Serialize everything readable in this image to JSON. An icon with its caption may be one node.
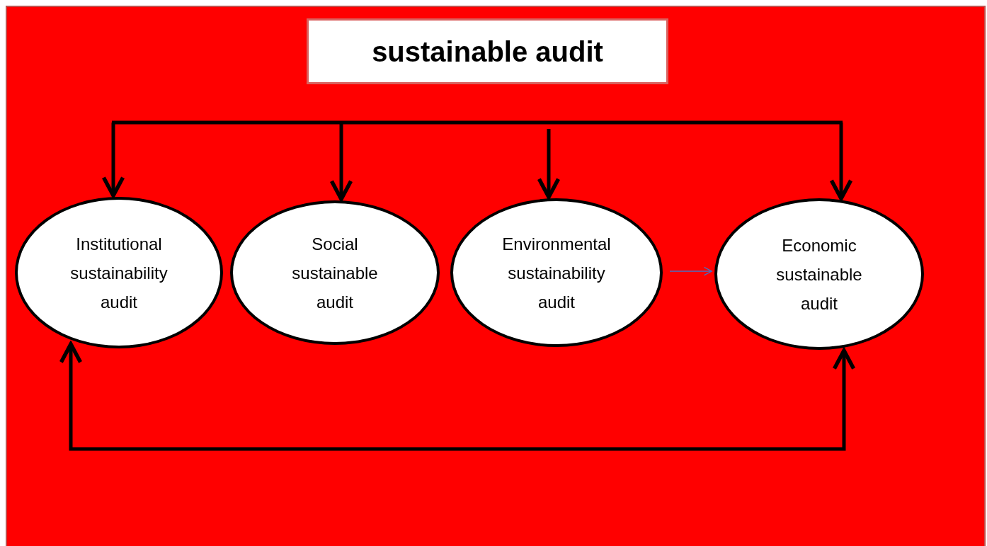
{
  "diagram": {
    "title": "sustainable audit",
    "nodes": [
      {
        "text": [
          "Institutional sustainability audit"
        ]
      },
      {
        "text": [
          "Social sustainable audit"
        ]
      },
      {
        "text": [
          "Environmental sustainability audit"
        ]
      },
      {
        "text": [
          "Economic sustainable audit"
        ]
      }
    ],
    "edges": [
      {
        "from": null,
        "to": 0,
        "arrow": "to"
      },
      {
        "from": null,
        "to": 1,
        "arrow": "to"
      },
      {
        "from": null,
        "to": 2,
        "arrow": "to"
      },
      {
        "from": null,
        "to": 3,
        "arrow": "to"
      },
      {
        "from": 0,
        "to": 3,
        "arrow": "both"
      },
      {
        "from": 2,
        "to": 3,
        "arrow": "to",
        "color": "#4472c4"
      }
    ]
  }
}
